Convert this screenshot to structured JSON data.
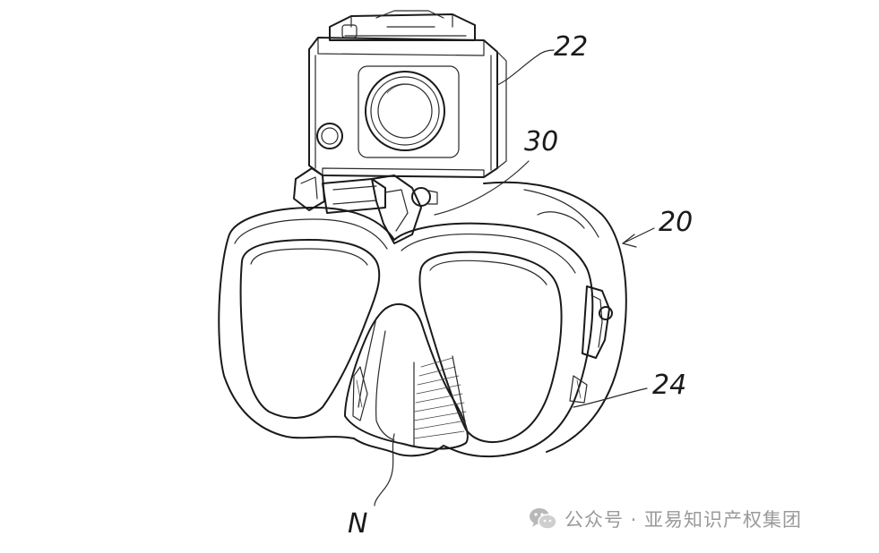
{
  "labels": {
    "camera": "22",
    "mount": "30",
    "mask": "20",
    "strap": "24",
    "nose": "N"
  },
  "watermark": {
    "text": "公众号 · 亚易知识产权集团",
    "icon": "wechat-icon"
  }
}
